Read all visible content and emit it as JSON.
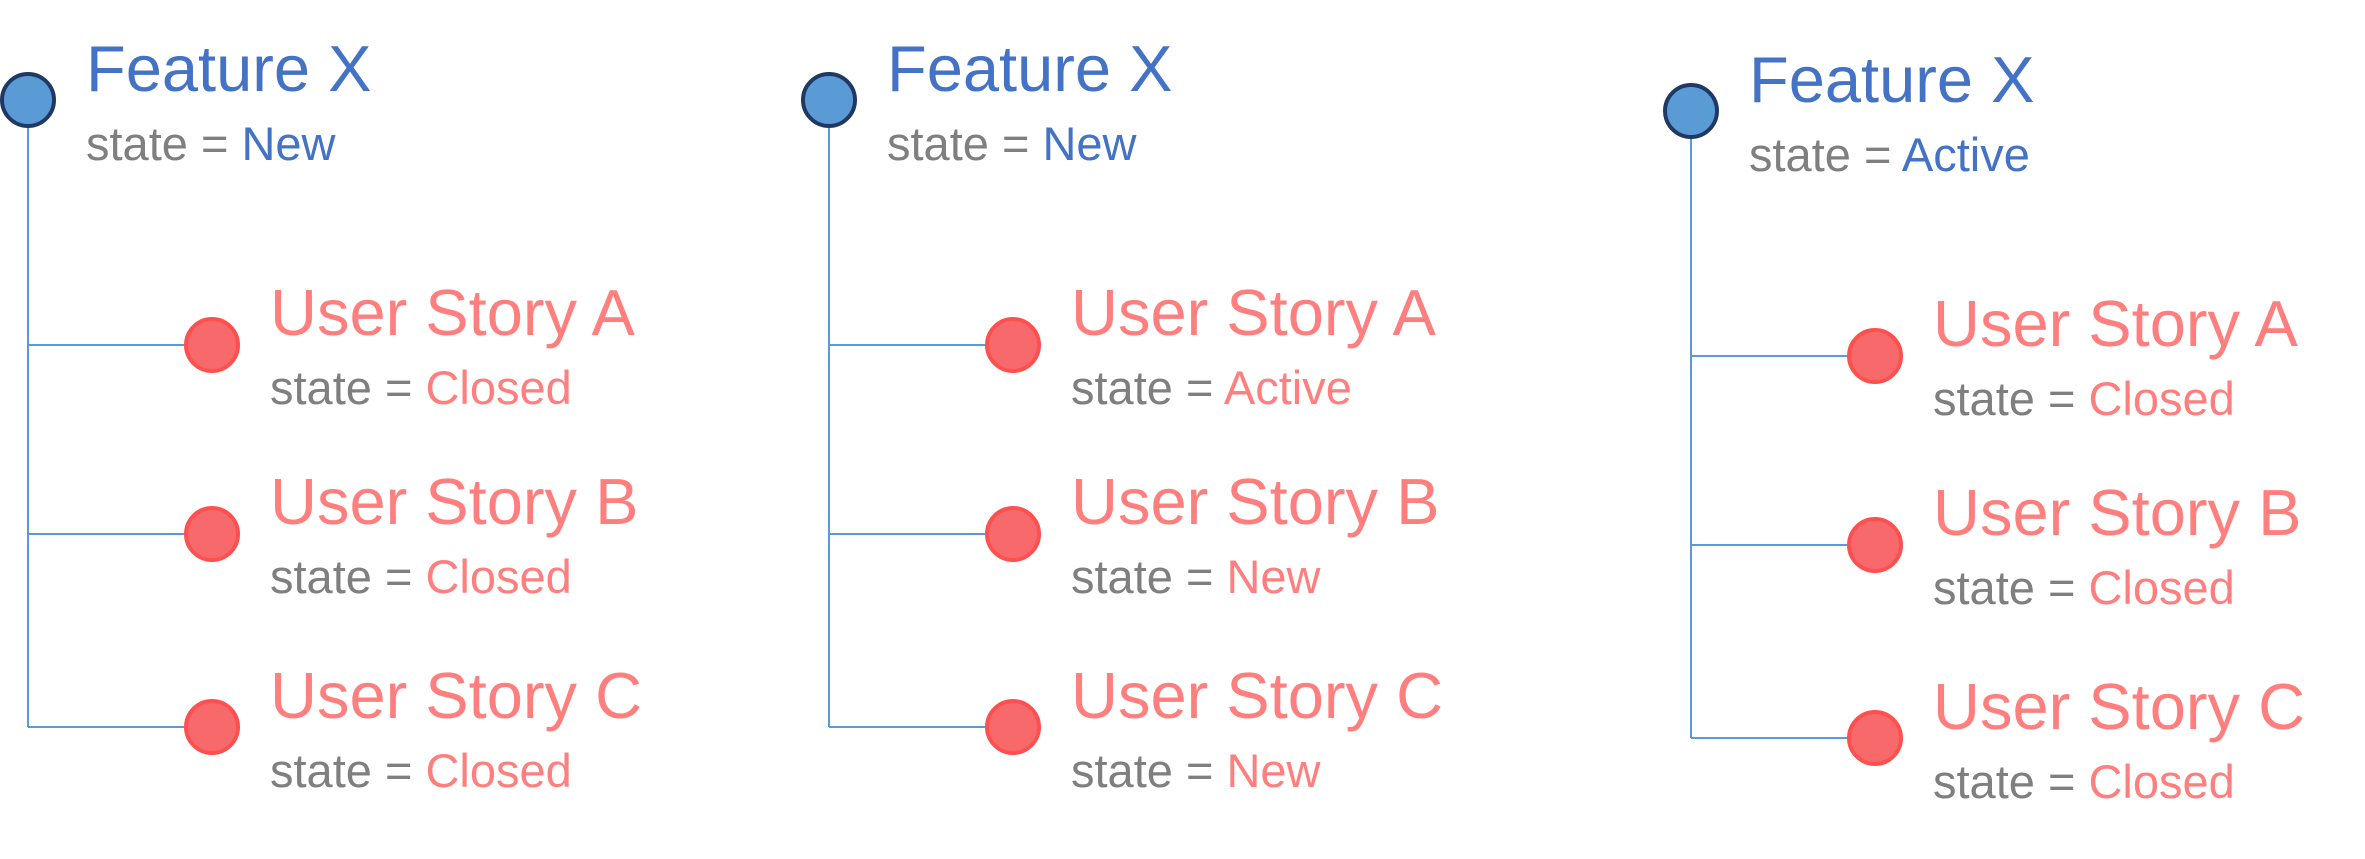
{
  "colors": {
    "feature": "#4472c4",
    "feature_node_fill": "#5b9bd5",
    "feature_node_stroke": "#1f3864",
    "story": "#ff7f7f",
    "story_node_fill": "#f8696b",
    "story_node_stroke": "#ff5050",
    "state_text": "#7f7f7f",
    "connector": "#5b9bd5"
  },
  "state_prefix": "state = ",
  "trees": [
    {
      "feature": {
        "title": "Feature X",
        "state": "New"
      },
      "stories": [
        {
          "title": "User Story A",
          "state": "Closed"
        },
        {
          "title": "User Story B",
          "state": "Closed"
        },
        {
          "title": "User Story C",
          "state": "Closed"
        }
      ]
    },
    {
      "feature": {
        "title": "Feature X",
        "state": "New"
      },
      "stories": [
        {
          "title": "User Story A",
          "state": "Active"
        },
        {
          "title": "User Story B",
          "state": "New"
        },
        {
          "title": "User Story C",
          "state": "New"
        }
      ]
    },
    {
      "feature": {
        "title": "Feature X",
        "state": "Active"
      },
      "stories": [
        {
          "title": "User Story A",
          "state": "Closed"
        },
        {
          "title": "User Story B",
          "state": "Closed"
        },
        {
          "title": "User Story C",
          "state": "Closed"
        }
      ]
    }
  ]
}
